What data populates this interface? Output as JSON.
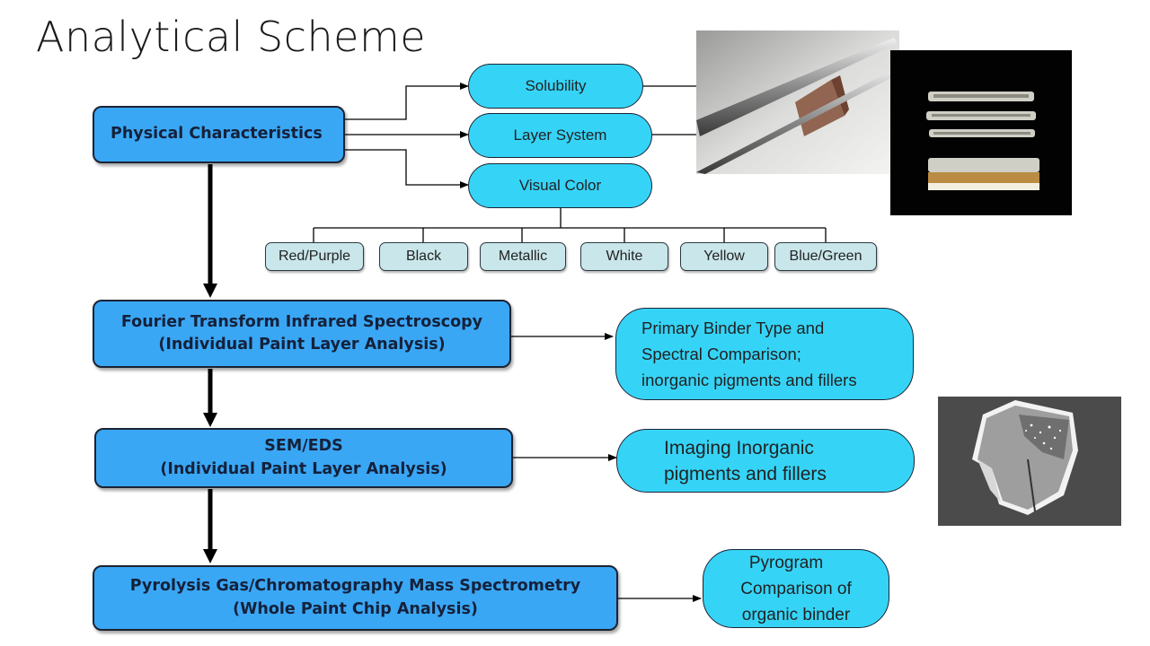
{
  "title": "Analytical Scheme",
  "steps": [
    {
      "line1": "Physical Characteristics",
      "line2": ""
    },
    {
      "line1": "Fourier Transform Infrared Spectroscopy",
      "line2": "(Individual Paint Layer Analysis)"
    },
    {
      "line1": "SEM/EDS",
      "line2": "(Individual Paint Layer Analysis)"
    },
    {
      "line1": "Pyrolysis Gas/Chromatography Mass Spectrometry",
      "line2": "(Whole Paint Chip Analysis)"
    }
  ],
  "physical_outputs": [
    "Solubility",
    "Layer System",
    "Visual Color"
  ],
  "colors": [
    "Red/Purple",
    "Black",
    "Metallic",
    "White",
    "Yellow",
    "Blue/Green"
  ],
  "results": [
    {
      "lines": [
        "Primary Binder Type and",
        "Spectral Comparison;",
        "inorganic pigments and fillers"
      ]
    },
    {
      "lines": [
        "Imaging Inorganic",
        "pigments and fillers"
      ]
    },
    {
      "lines": [
        "Pyrogram",
        "Comparison of",
        "organic binder"
      ]
    }
  ],
  "images": [
    "paint-chip-in-tweezers-photo",
    "paint-layer-cross-section-micrograph",
    "sem-backscatter-image"
  ]
}
